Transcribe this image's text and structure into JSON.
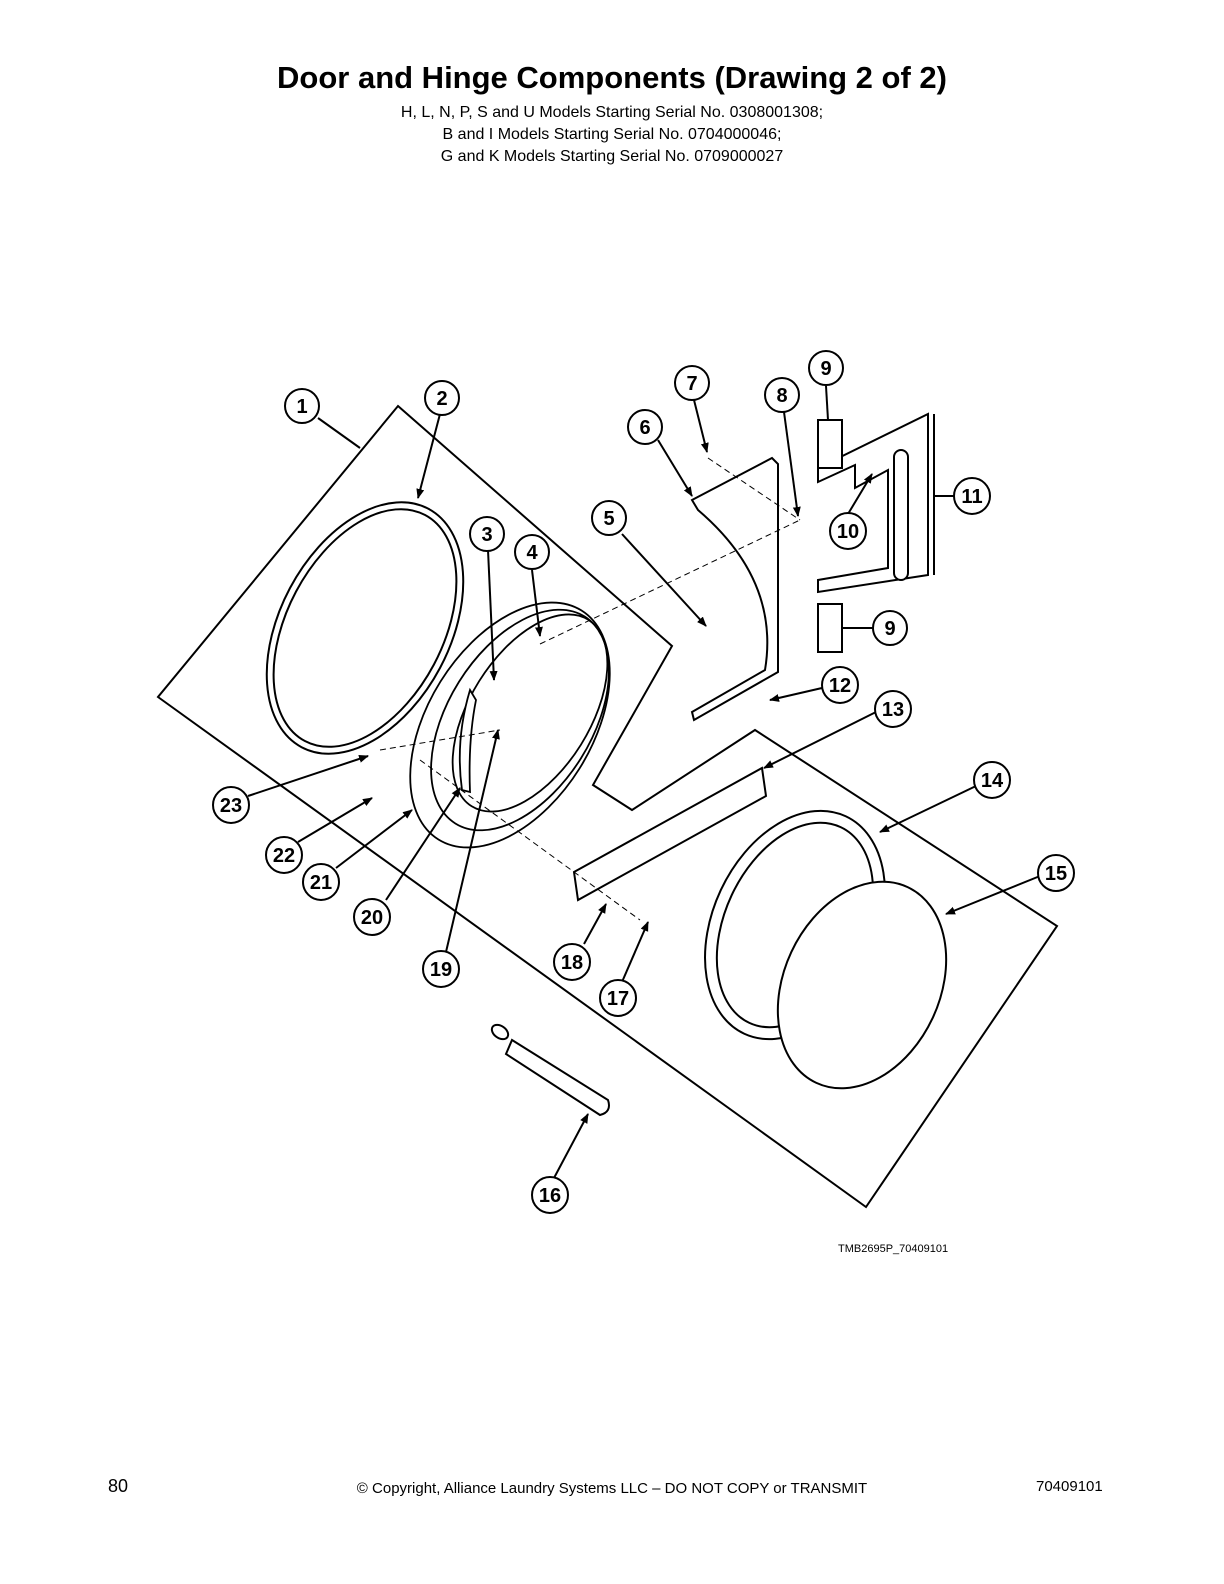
{
  "header": {
    "title": "Door and Hinge Components (Drawing 2 of 2)",
    "subtitle_lines": [
      "H, L, N, P, S and U Models Starting Serial No. 0308001308;",
      "B and I Models Starting Serial No. 0704000046;",
      "G and K Models Starting Serial No. 0709000027"
    ]
  },
  "diagram": {
    "drawing_code": "TMB2695P_70409101",
    "callouts": [
      {
        "id": "1",
        "label": "1"
      },
      {
        "id": "2",
        "label": "2"
      },
      {
        "id": "3",
        "label": "3"
      },
      {
        "id": "4",
        "label": "4"
      },
      {
        "id": "5",
        "label": "5"
      },
      {
        "id": "6",
        "label": "6"
      },
      {
        "id": "7",
        "label": "7"
      },
      {
        "id": "8",
        "label": "8"
      },
      {
        "id": "9a",
        "label": "9"
      },
      {
        "id": "9b",
        "label": "9"
      },
      {
        "id": "10",
        "label": "10"
      },
      {
        "id": "11",
        "label": "11"
      },
      {
        "id": "12",
        "label": "12"
      },
      {
        "id": "13",
        "label": "13"
      },
      {
        "id": "14",
        "label": "14"
      },
      {
        "id": "15",
        "label": "15"
      },
      {
        "id": "16",
        "label": "16"
      },
      {
        "id": "17",
        "label": "17"
      },
      {
        "id": "18",
        "label": "18"
      },
      {
        "id": "19",
        "label": "19"
      },
      {
        "id": "20",
        "label": "20"
      },
      {
        "id": "21",
        "label": "21"
      },
      {
        "id": "22",
        "label": "22"
      },
      {
        "id": "23",
        "label": "23"
      }
    ]
  },
  "footer": {
    "page_number": "80",
    "copyright": "© Copyright, Alliance Laundry Systems LLC – DO NOT COPY or TRANSMIT",
    "document_number": "70409101"
  }
}
